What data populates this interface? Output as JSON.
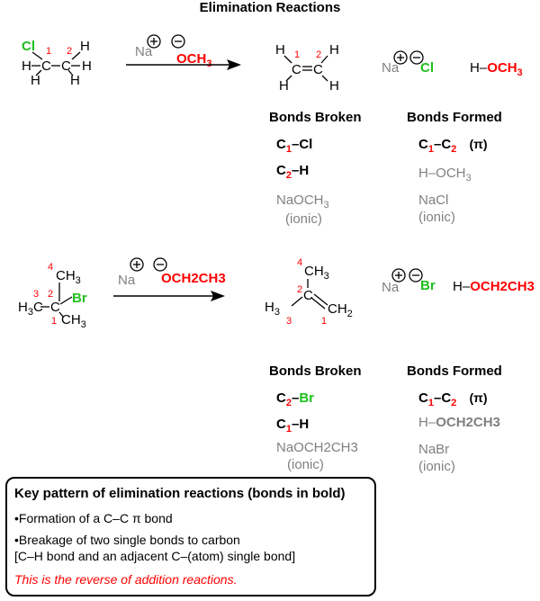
{
  "title": "Elimination Reactions",
  "colors": {
    "red": "#ff0000",
    "green": "#1fbf1f",
    "gray": "#808080",
    "black": "#000000"
  },
  "reaction1": {
    "substrate": {
      "Cl": "Cl",
      "H": "H",
      "C": "C",
      "n1": "1",
      "n2": "2"
    },
    "reagent": {
      "na": "Na",
      "plus": "+",
      "minus": "−",
      "base": "OCH3",
      "base_main": "OCH",
      "base_sub": "3"
    },
    "products": {
      "alkene": {
        "H": "H",
        "C": "C",
        "n1": "1",
        "n2": "2"
      },
      "salt": {
        "na": "Na",
        "plus": "+",
        "minus": "−",
        "cl": "Cl"
      },
      "alcohol": {
        "h": "H–",
        "o": "OCH",
        "sub": "3"
      }
    },
    "broken_header": "Bonds Broken",
    "formed_header": "Bonds Formed",
    "broken": [
      {
        "a": "C",
        "an": "1",
        "sep": "–",
        "b": "Cl"
      },
      {
        "a": "C",
        "an": "2",
        "sep": "–",
        "b": "H"
      }
    ],
    "broken_ionic": {
      "line1": "NaOCH",
      "sub": "3",
      "line2": "(ionic)"
    },
    "formed": [
      {
        "a": "C",
        "an": "1",
        "sep": "–",
        "b": "C",
        "bn": "2",
        "tag": "(π)"
      }
    ],
    "formed_gray": {
      "h": "H–OCH",
      "sub": "3"
    },
    "formed_ionic": {
      "line1": "NaCl",
      "line2": "(ionic)"
    }
  },
  "reaction2": {
    "substrate": {
      "CH3": "CH",
      "sub": "3",
      "H3C": "H",
      "h3sub": "3",
      "C": "C",
      "Br": "Br",
      "n1": "1",
      "n2": "2",
      "n3": "3",
      "n4": "4"
    },
    "reagent": {
      "na": "Na",
      "plus": "+",
      "minus": "−",
      "base": "OCH2CH3"
    },
    "products": {
      "alkene": {
        "CH": "CH",
        "sub3": "3",
        "H3C": "H",
        "C": "C",
        "CH2": "CH",
        "sub2": "2",
        "n1": "1",
        "n2": "2",
        "n3": "3",
        "n4": "4"
      },
      "salt": {
        "na": "Na",
        "plus": "+",
        "minus": "−",
        "br": "Br"
      },
      "alcohol": {
        "h": "H–",
        "o": "OCH2CH3"
      }
    },
    "broken_header": "Bonds Broken",
    "formed_header": "Bonds Formed",
    "broken": [
      {
        "a": "C",
        "an": "2",
        "sep": "–",
        "b": "Br"
      },
      {
        "a": "C",
        "an": "1",
        "sep": "–",
        "b": "H"
      }
    ],
    "broken_ionic": {
      "line1": "NaOCH2CH3",
      "line2": "(ionic)"
    },
    "formed": [
      {
        "a": "C",
        "an": "1",
        "sep": "–",
        "b": "C",
        "bn": "2",
        "tag": "(π)"
      }
    ],
    "formed_gray": {
      "h": "H–",
      "o": "OCH2CH3"
    },
    "formed_ionic": {
      "line1": "NaBr",
      "line2": "(ionic)"
    }
  },
  "keybox": {
    "title": "Key pattern of elimination reactions (bonds in bold)",
    "line1": "•Formation of a C–C π bond",
    "line2": "•Breakage of two single bonds to carbon",
    "line3": " [C–H bond and an adjacent C–(atom) single bond]",
    "reverse": "This is the reverse of addition reactions."
  }
}
